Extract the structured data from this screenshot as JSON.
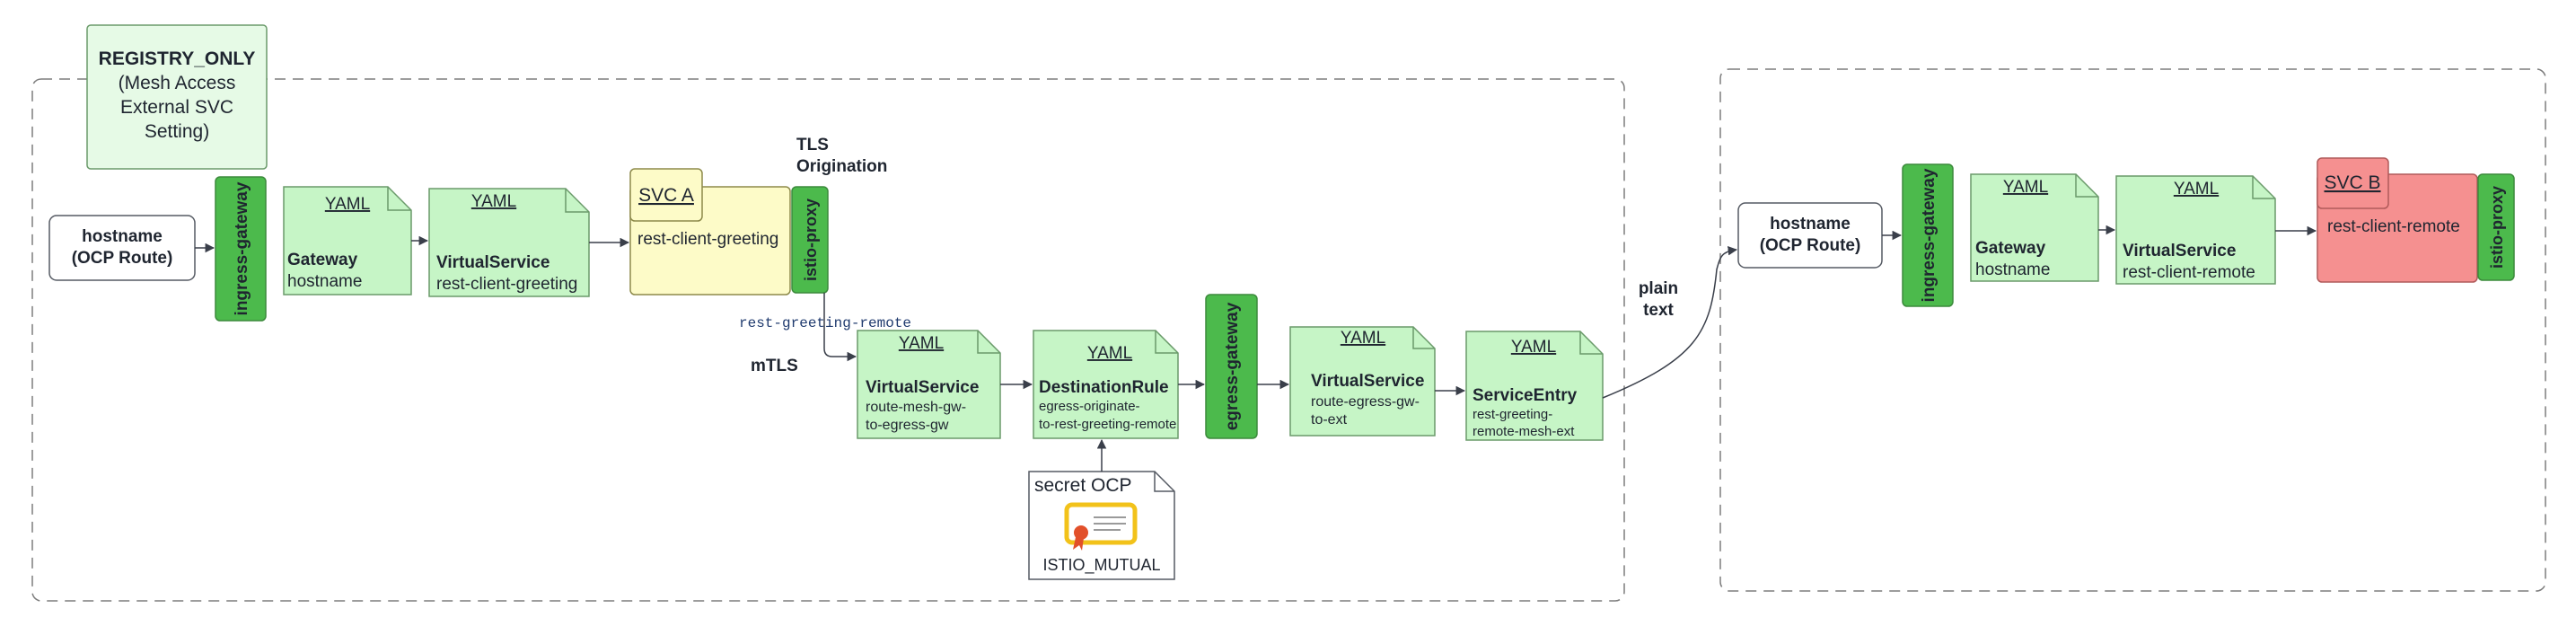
{
  "registry": {
    "line1": "REGISTRY_ONLY",
    "line2": "(Mesh Access",
    "line3": "External SVC",
    "line4": "Setting)"
  },
  "left": {
    "hostname": {
      "line1": "hostname",
      "line2": "(OCP Route)"
    },
    "ingress_gateway": "ingress-gateway",
    "gateway_yaml": {
      "tag": "YAML",
      "kind": "Gateway",
      "name": "hostname"
    },
    "vs_yaml": {
      "tag": "YAML",
      "kind": "VirtualService",
      "name": "rest-client-greeting"
    },
    "svc_a": {
      "tag": "SVC A",
      "name": "rest-client-greeting"
    },
    "istio_proxy": "istio-proxy",
    "tls_label": {
      "line1": "TLS",
      "line2": "Origination"
    },
    "route_label": "rest-greeting-remote",
    "mtls_label": "mTLS",
    "vs2_yaml": {
      "tag": "YAML",
      "kind": "VirtualService",
      "line1": "route-mesh-gw-",
      "line2": "to-egress-gw"
    },
    "dr_yaml": {
      "tag": "YAML",
      "kind": "DestinationRule",
      "line1": "egress-originate-",
      "line2": "to-rest-greeting-remote"
    },
    "egress_gateway": "egress-gateway",
    "vs3_yaml": {
      "tag": "YAML",
      "kind": "VirtualService",
      "line1": "route-egress-gw-",
      "line2": "to-ext"
    },
    "se_yaml": {
      "tag": "YAML",
      "kind": "ServiceEntry",
      "line1": "rest-greeting-",
      "line2": "remote-mesh-ext"
    },
    "secret": {
      "title": "secret OCP",
      "name": "ISTIO_MUTUAL"
    }
  },
  "plain_text": {
    "line1": "plain",
    "line2": "text"
  },
  "right": {
    "hostname": {
      "line1": "hostname",
      "line2": "(OCP Route)"
    },
    "ingress_gateway": "ingress-gateway",
    "gateway_yaml": {
      "tag": "YAML",
      "kind": "Gateway",
      "name": "hostname"
    },
    "vs_yaml": {
      "tag": "YAML",
      "kind": "VirtualService",
      "name": "rest-client-remote"
    },
    "svc_b": {
      "tag": "SVC B",
      "name": "rest-client-remote"
    },
    "istio_proxy": "istio-proxy"
  },
  "colors": {
    "green_fill": "#c6f5c6",
    "green_stroke": "#6a9a6a",
    "dark_green": "#4cba4c",
    "yellow_fill": "#fdfbc8",
    "red_fill": "#f59090",
    "badge": "#f2c21a"
  }
}
